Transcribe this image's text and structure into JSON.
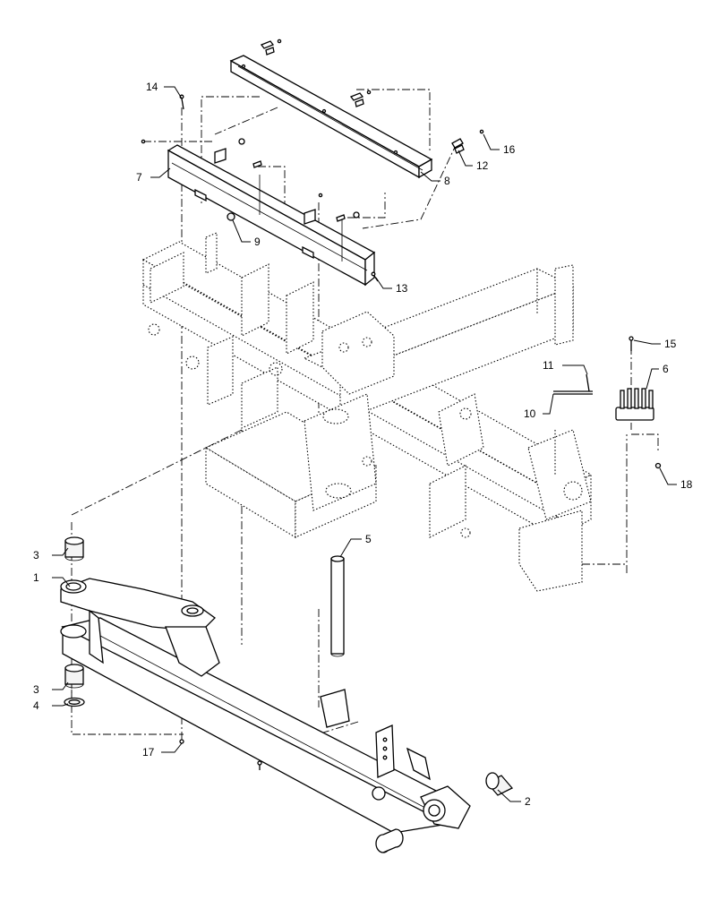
{
  "diagram": {
    "callouts": [
      {
        "id": "c1",
        "label": "1"
      },
      {
        "id": "c2",
        "label": "2"
      },
      {
        "id": "c3a",
        "label": "3"
      },
      {
        "id": "c3b",
        "label": "3"
      },
      {
        "id": "c4",
        "label": "4"
      },
      {
        "id": "c5",
        "label": "5"
      },
      {
        "id": "c6",
        "label": "6"
      },
      {
        "id": "c7",
        "label": "7"
      },
      {
        "id": "c8",
        "label": "8"
      },
      {
        "id": "c9",
        "label": "9"
      },
      {
        "id": "c10",
        "label": "10"
      },
      {
        "id": "c11",
        "label": "11"
      },
      {
        "id": "c12",
        "label": "12"
      },
      {
        "id": "c13",
        "label": "13"
      },
      {
        "id": "c14",
        "label": "14"
      },
      {
        "id": "c15",
        "label": "15"
      },
      {
        "id": "c16",
        "label": "16"
      },
      {
        "id": "c17",
        "label": "17"
      },
      {
        "id": "c18",
        "label": "18"
      }
    ]
  }
}
